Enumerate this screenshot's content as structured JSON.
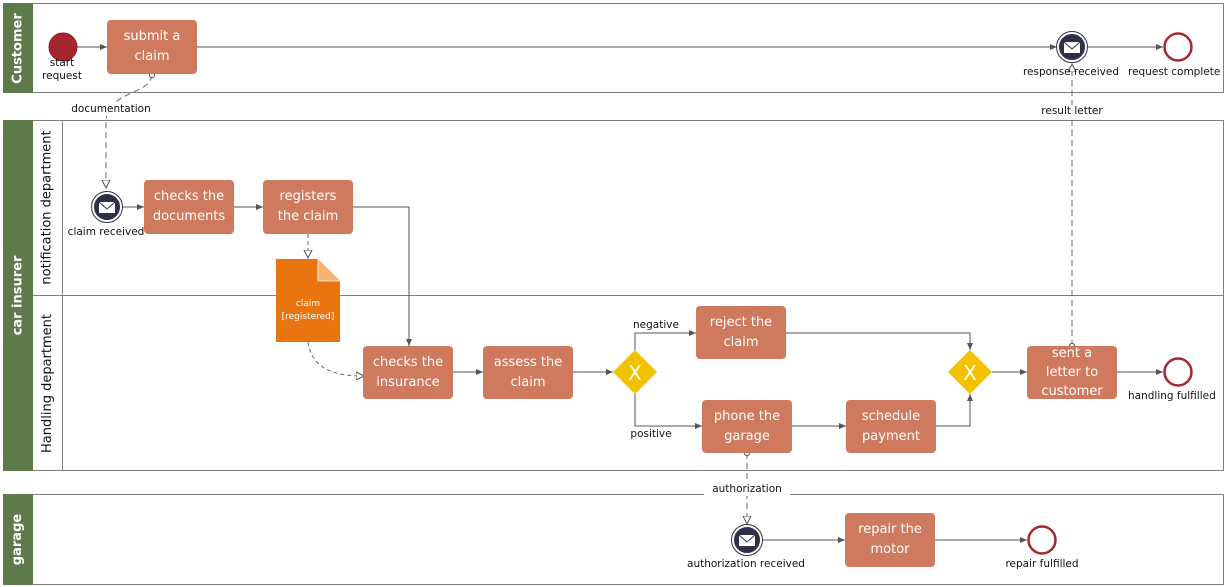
{
  "pools": {
    "customer": "Customer",
    "car_insurer": "car insurer",
    "garage": "garage"
  },
  "lanes": {
    "notification": "notification department",
    "handling": "Handling department"
  },
  "tasks": {
    "submit_claim": [
      "submit a",
      "claim"
    ],
    "checks_documents": [
      "checks the",
      "documents"
    ],
    "registers_claim": [
      "registers",
      "the claim"
    ],
    "checks_insurance": [
      "checks the",
      "insurance"
    ],
    "assess_claim": [
      "assess the",
      "claim"
    ],
    "reject_claim": [
      "reject the",
      "claim"
    ],
    "phone_garage": [
      "phone the",
      "garage"
    ],
    "schedule_payment": [
      "schedule",
      "payment"
    ],
    "sent_letter": [
      "sent a",
      "letter to",
      "customer"
    ],
    "repair_motor": [
      "repair the",
      "motor"
    ]
  },
  "events": {
    "start_request": [
      "start",
      "request"
    ],
    "response_received": "response received",
    "request_complete": "request complete",
    "claim_received": "claim received",
    "handling_fulfilled": "handling fulfilled",
    "authorization_received": "authorization received",
    "repair_fulfilled": "repair fulfilled"
  },
  "data_object": {
    "line1": "claim",
    "line2": "[registered]"
  },
  "flow_labels": {
    "documentation": "documentation",
    "result_letter": "result letter",
    "negative": "negative",
    "positive": "positive",
    "authorization": "authorization"
  },
  "colors": {
    "pool_header": "#5e7a4b",
    "task": "#cf7a5f",
    "gateway": "#f2c200",
    "start_event": "#a8262f",
    "end_event": "#a8262f",
    "message_event": "#2f3047",
    "data_object": "#e8750f"
  }
}
